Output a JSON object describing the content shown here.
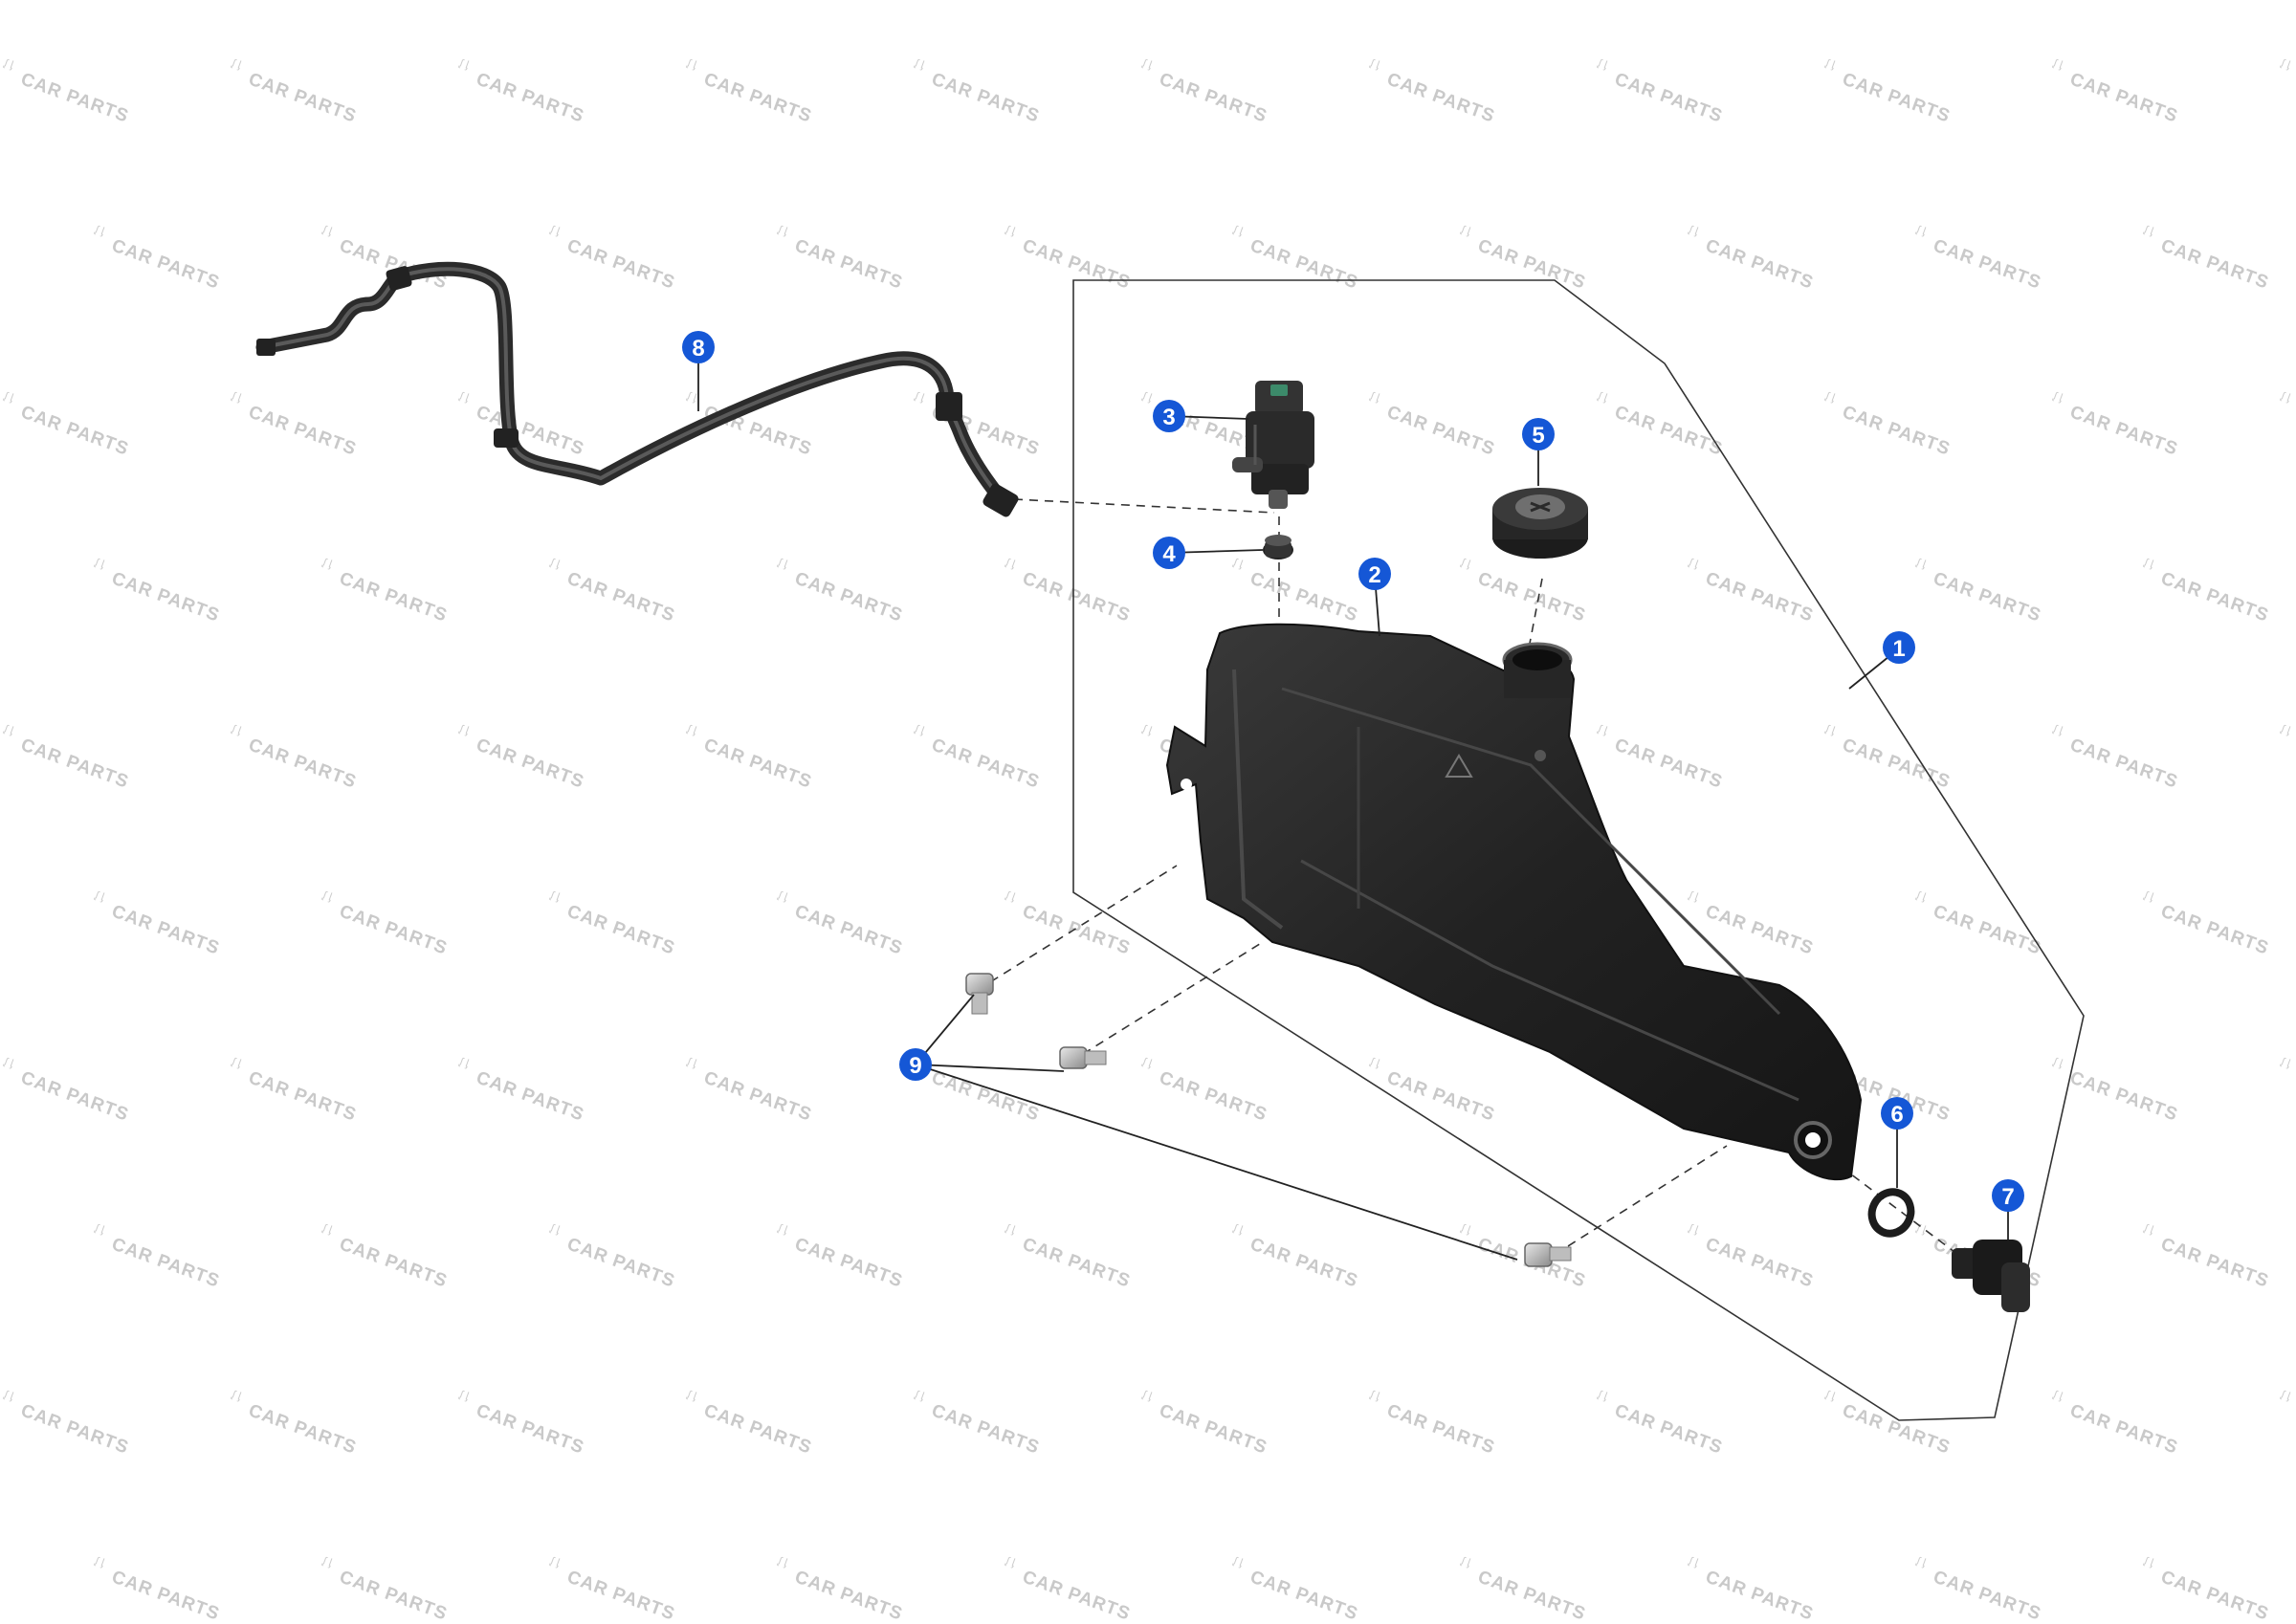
{
  "watermark": {
    "text": "CAR PARTS",
    "mark": "ᶘ ᶅ"
  },
  "callouts": [
    {
      "id": "1",
      "label": "1"
    },
    {
      "id": "2",
      "label": "2"
    },
    {
      "id": "3",
      "label": "3"
    },
    {
      "id": "4",
      "label": "4"
    },
    {
      "id": "5",
      "label": "5"
    },
    {
      "id": "6",
      "label": "6"
    },
    {
      "id": "7",
      "label": "7"
    },
    {
      "id": "8",
      "label": "8"
    },
    {
      "id": "9",
      "label": "9"
    }
  ],
  "colors": {
    "callout": "#1557d6",
    "part_dark": "#2a2a2a",
    "line": "#333333"
  },
  "parts": [
    {
      "callout": "1",
      "icon": "washer-reservoir-assembly-icon"
    },
    {
      "callout": "2",
      "icon": "reservoir-tank-icon"
    },
    {
      "callout": "3",
      "icon": "washer-pump-icon"
    },
    {
      "callout": "4",
      "icon": "grommet-icon"
    },
    {
      "callout": "5",
      "icon": "filler-cap-icon"
    },
    {
      "callout": "6",
      "icon": "o-ring-icon"
    },
    {
      "callout": "7",
      "icon": "drain-plug-icon"
    },
    {
      "callout": "8",
      "icon": "washer-hose-icon"
    },
    {
      "callout": "9",
      "icon": "bolt-icon"
    }
  ]
}
